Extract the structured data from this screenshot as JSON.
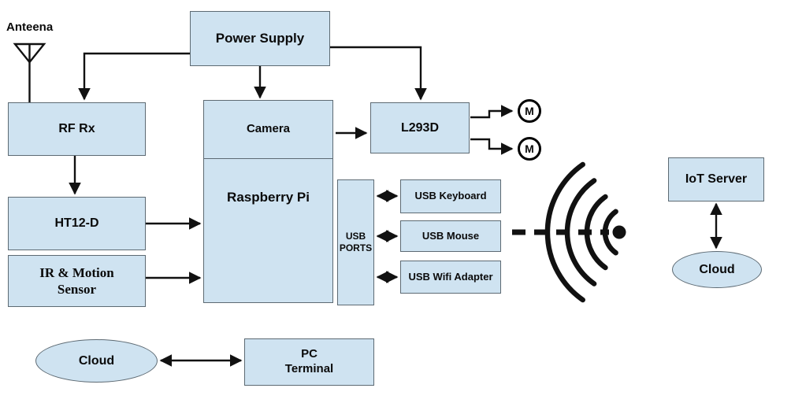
{
  "colors": {
    "box_fill": "#cfe3f1",
    "box_border": "#5d6a73",
    "line": "#111111",
    "background": "#ffffff"
  },
  "labels": {
    "anteena": "Anteena",
    "power_supply": "Power Supply",
    "rf_rx": "RF Rx",
    "camera": "Camera",
    "raspberry_pi": "Raspberry Pi",
    "l293d": "L293D",
    "motor1": "M",
    "motor2": "M",
    "ht12d": "HT12-D",
    "ir_motion_line1": "IR & Motion",
    "ir_motion_line2": "Sensor",
    "usb_ports_line1": "USB",
    "usb_ports_line2": "PORTS",
    "usb_keyboard": "USB Keyboard",
    "usb_mouse": "USB Mouse",
    "usb_wifi": "USB Wifi Adapter",
    "iot_server": "IoT Server",
    "cloud_iot": "Cloud",
    "cloud_pc": "Cloud",
    "pc_terminal_line1": "PC",
    "pc_terminal_line2": "Terminal"
  },
  "connections": [
    {
      "from": "Power Supply",
      "to": "RF Rx",
      "style": "arrow"
    },
    {
      "from": "Power Supply",
      "to": "Camera / Raspberry Pi",
      "style": "arrow"
    },
    {
      "from": "Power Supply",
      "to": "L293D",
      "style": "arrow"
    },
    {
      "from": "Anteena",
      "to": "RF Rx",
      "style": "line"
    },
    {
      "from": "RF Rx",
      "to": "HT12-D",
      "style": "arrow"
    },
    {
      "from": "HT12-D",
      "to": "Raspberry Pi",
      "style": "arrow"
    },
    {
      "from": "IR & Motion Sensor",
      "to": "Raspberry Pi",
      "style": "arrow"
    },
    {
      "from": "Raspberry Pi",
      "to": "L293D",
      "style": "arrow"
    },
    {
      "from": "L293D",
      "to": "M motor 1",
      "style": "arrow"
    },
    {
      "from": "L293D",
      "to": "M motor 2",
      "style": "arrow"
    },
    {
      "from": "USB PORTS",
      "to": "USB Keyboard",
      "style": "double-arrow"
    },
    {
      "from": "USB PORTS",
      "to": "USB Mouse",
      "style": "double-arrow"
    },
    {
      "from": "USB PORTS",
      "to": "USB Wifi Adapter",
      "style": "double-arrow"
    },
    {
      "from": "Wifi signal",
      "to": "IoT link",
      "style": "dashed-line"
    },
    {
      "from": "IoT Server",
      "to": "Cloud",
      "style": "double-arrow"
    },
    {
      "from": "Cloud",
      "to": "PC Terminal",
      "style": "double-arrow"
    }
  ]
}
